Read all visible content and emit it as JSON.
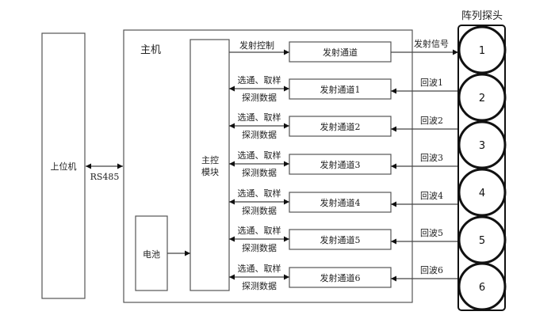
{
  "host_pc": {
    "label": "上位机"
  },
  "link": {
    "label": "RS485"
  },
  "main_unit": {
    "title": "主机",
    "controller": {
      "line1": "主控",
      "line2": "模块"
    },
    "battery": {
      "label": "电池"
    },
    "transmit": {
      "control_label": "发射控制",
      "channel_label": "发射通道",
      "signal_label": "发射信号"
    },
    "channels": [
      {
        "label": "发射通道1",
        "upper": "选通、取样",
        "lower": "探测数据",
        "echo": "回波1"
      },
      {
        "label": "发射通道2",
        "upper": "选通、取样",
        "lower": "探测数据",
        "echo": "回波2"
      },
      {
        "label": "发射通道3",
        "upper": "选通、取样",
        "lower": "探测数据",
        "echo": "回波3"
      },
      {
        "label": "发射通道4",
        "upper": "选通、取样",
        "lower": "探测数据",
        "echo": "回波4"
      },
      {
        "label": "发射通道5",
        "upper": "选通、取样",
        "lower": "探测数据",
        "echo": "回波5"
      },
      {
        "label": "发射通道6",
        "upper": "选通、取样",
        "lower": "探测数据",
        "echo": "回波6"
      }
    ]
  },
  "probe_array": {
    "title": "阵列探头",
    "elements": [
      "1",
      "2",
      "3",
      "4",
      "5",
      "6"
    ]
  }
}
